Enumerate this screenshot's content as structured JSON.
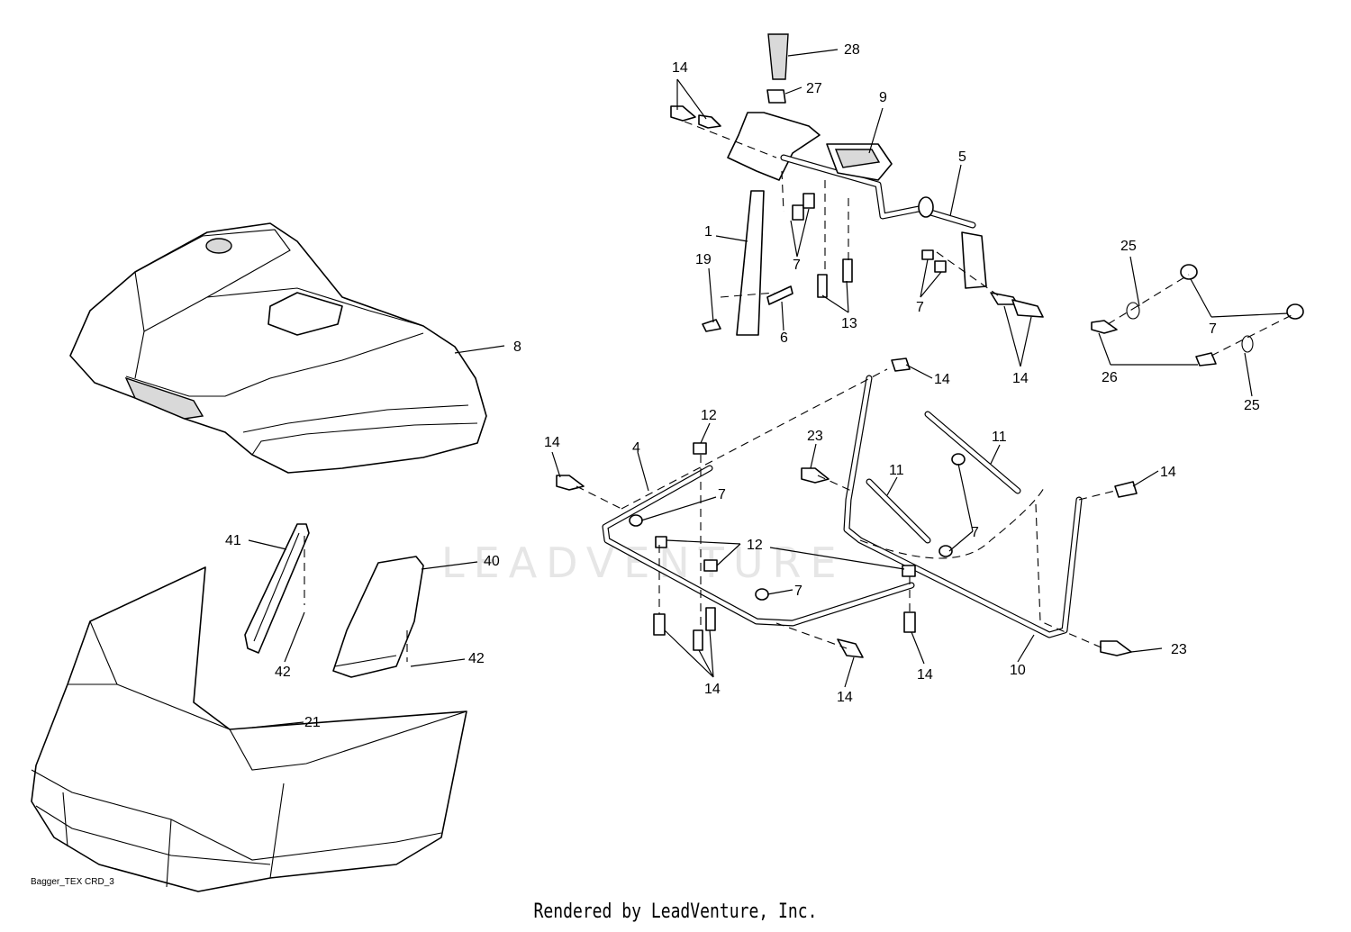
{
  "watermark": "LEADVENTURE",
  "diagram_code": "Bagger_TEX CRD_3",
  "credit": "Rendered by LeadVenture, Inc.",
  "callouts": {
    "c1": "1",
    "c4": "4",
    "c5": "5",
    "c6": "6",
    "c7a": "7",
    "c7b": "7",
    "c7c": "7",
    "c7d": "7",
    "c7e": "7",
    "c7f": "7",
    "c8": "8",
    "c9": "9",
    "c10": "10",
    "c11a": "11",
    "c11b": "11",
    "c12a": "12",
    "c12b": "12",
    "c13": "13",
    "c14a": "14",
    "c14b": "14",
    "c14c": "14",
    "c14d": "14",
    "c14e": "14",
    "c14f": "14",
    "c14g": "14",
    "c14h": "14",
    "c19": "19",
    "c21": "21",
    "c23a": "23",
    "c23b": "23",
    "c25a": "25",
    "c25b": "25",
    "c26": "26",
    "c27": "27",
    "c28": "28",
    "c40": "40",
    "c41": "41",
    "c42a": "42",
    "c42b": "42"
  }
}
